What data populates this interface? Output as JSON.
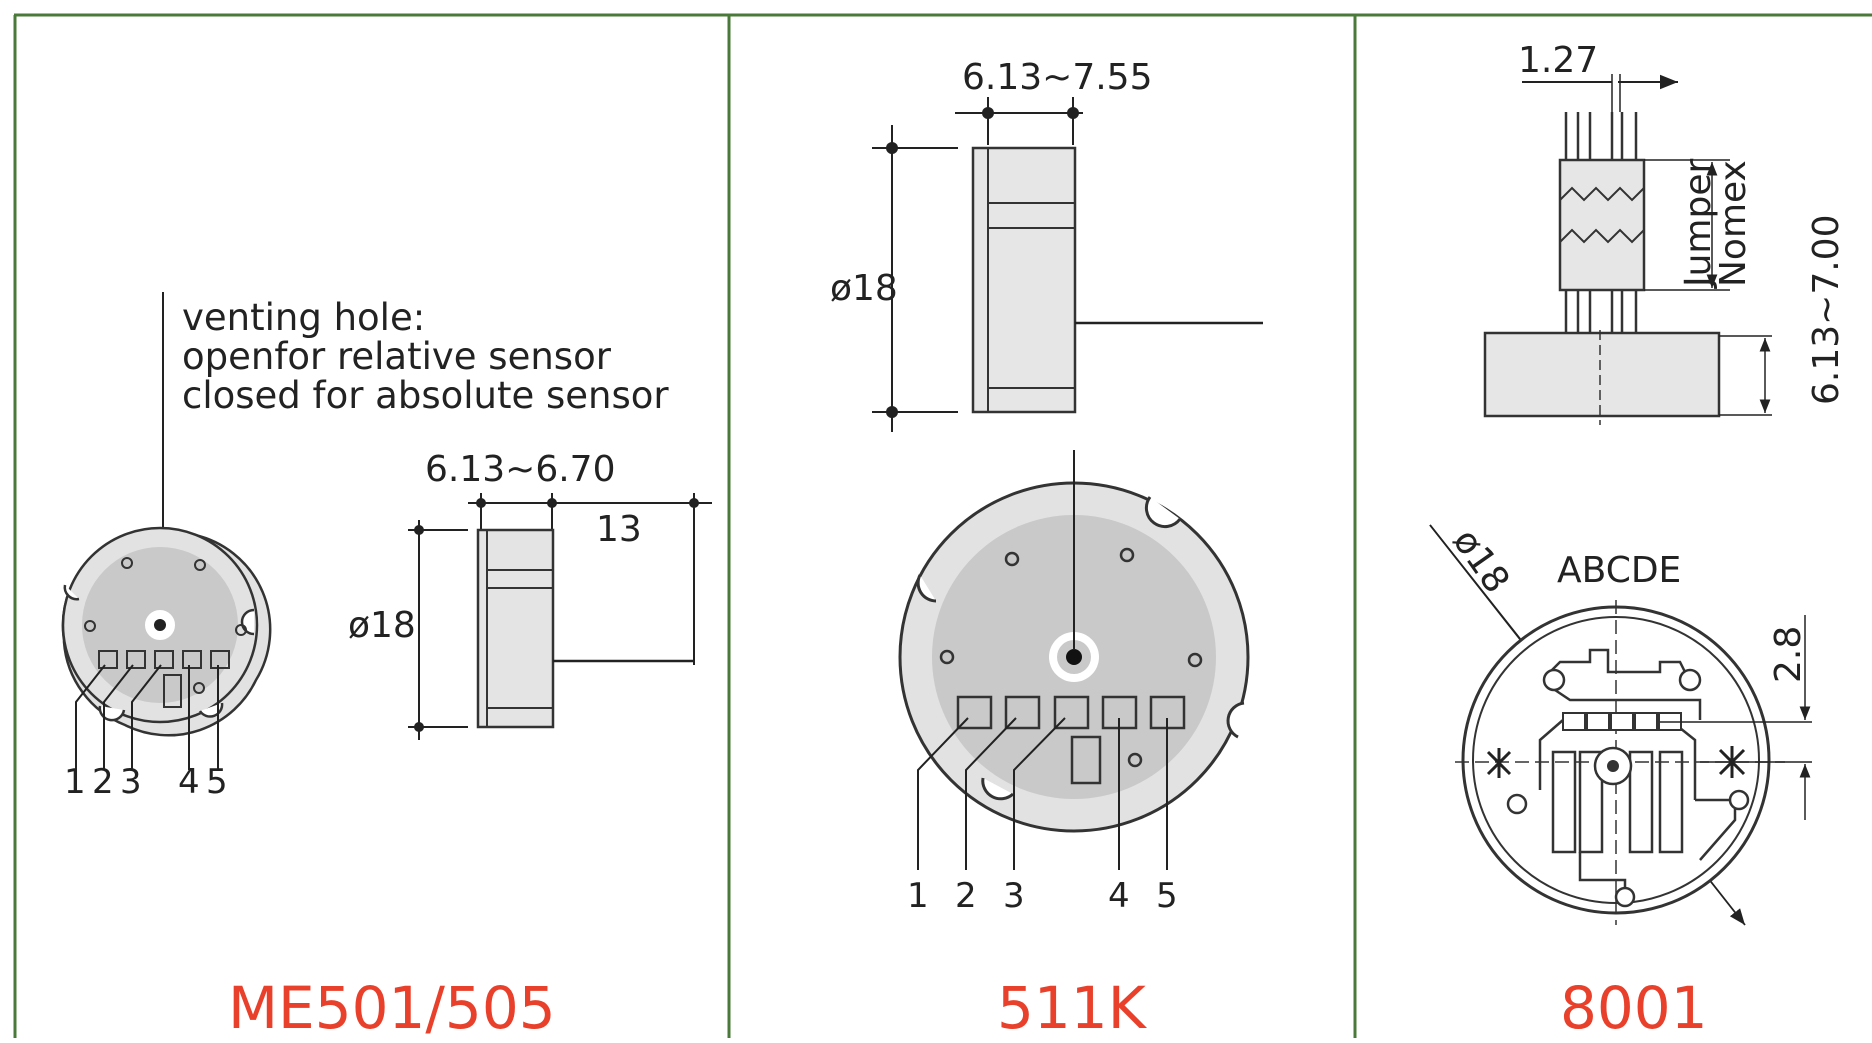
{
  "colors": {
    "frame": "#4a7a3a",
    "model": "#e8402a",
    "ink": "#222222",
    "body": "#dddddd",
    "body_inner": "#c4c4c4"
  },
  "panel1": {
    "note_line1": "venting hole:",
    "note_line2": "openfor relative sensor",
    "note_line3": "closed for absolute sensor",
    "dim_thickness": "6.13~6.70",
    "dim_lead": "13",
    "dim_diameter": "ø18",
    "pins": [
      "1",
      "2",
      "3",
      "4",
      "5"
    ],
    "model": "ME501/505"
  },
  "panel2": {
    "dim_thickness": "6.13~7.55",
    "dim_diameter": "ø18",
    "pins": [
      "1",
      "2",
      "3",
      "4",
      "5"
    ],
    "model": "511K"
  },
  "panel3": {
    "dim_pitch": "1.27",
    "label_jumper": "Jumper",
    "label_nomex": "Nomex",
    "dim_height": "6.13~7.00",
    "dim_diameter": "ø18",
    "label_abcde": "ABCDE",
    "dim_offset": "2.8",
    "model": "8001"
  }
}
